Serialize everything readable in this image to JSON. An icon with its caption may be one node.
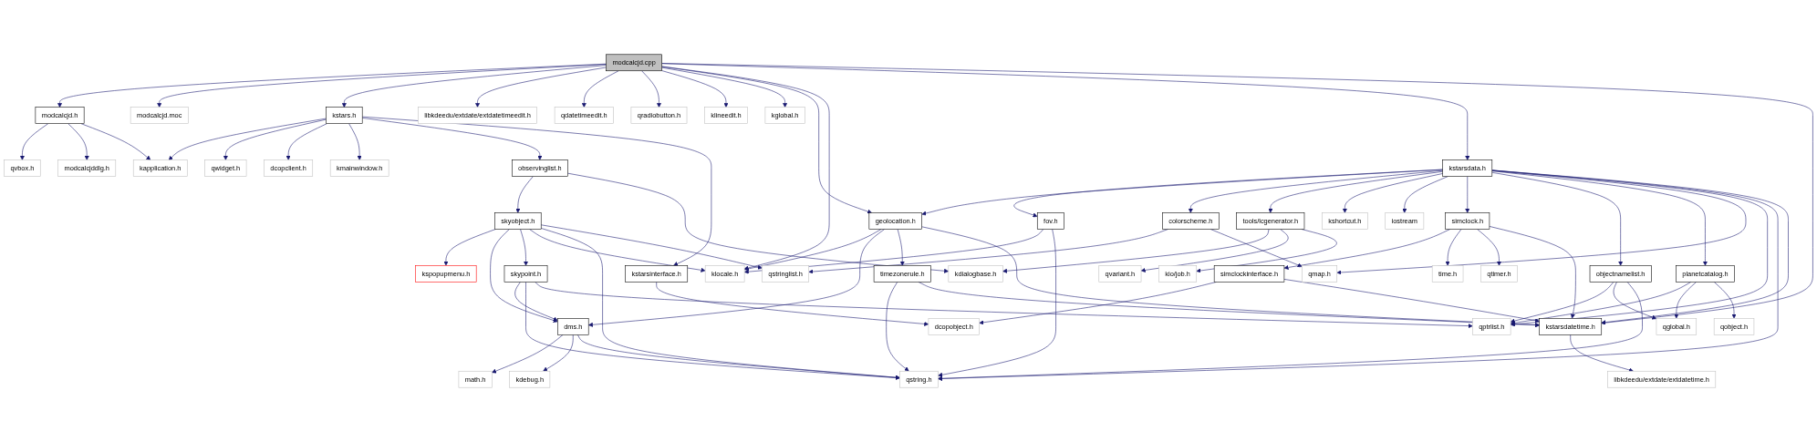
{
  "diagram": {
    "nodes": [
      {
        "text": [
          "modcalcjd.cpp"
        ]
      },
      {
        "text": [
          "modcalcjd.h"
        ]
      },
      {
        "text": [
          "modcalcjd.moc"
        ]
      },
      {
        "text": [
          "kstars.h"
        ]
      },
      {
        "text": [
          "libkdeedu/extdate/extdatetimeedit.h"
        ]
      },
      {
        "text": [
          "qdatetimeedit.h"
        ]
      },
      {
        "text": [
          "qradiobutton.h"
        ]
      },
      {
        "text": [
          "klineedit.h"
        ]
      },
      {
        "text": [
          "kglobal.h"
        ]
      },
      {
        "text": [
          "qvbox.h"
        ]
      },
      {
        "text": [
          "modcalcjddlg.h"
        ]
      },
      {
        "text": [
          "kapplication.h"
        ]
      },
      {
        "text": [
          "qwidget.h"
        ]
      },
      {
        "text": [
          "dcopclient.h"
        ]
      },
      {
        "text": [
          "kmainwindow.h"
        ]
      },
      {
        "text": [
          "observinglist.h"
        ]
      },
      {
        "text": [
          "kstarsdata.h"
        ]
      },
      {
        "text": [
          "skyobject.h"
        ]
      },
      {
        "text": [
          "fov.h"
        ]
      },
      {
        "text": [
          "geolocation.h"
        ]
      },
      {
        "text": [
          "kstarsinterface.h"
        ]
      },
      {
        "text": [
          "colorscheme.h"
        ]
      },
      {
        "text": [
          "tools/lcgenerator.h"
        ]
      },
      {
        "text": [
          "kshortcut.h"
        ]
      },
      {
        "text": [
          "iostream"
        ]
      },
      {
        "text": [
          "simclock.h"
        ]
      },
      {
        "text": [
          "kspopupmenu.h"
        ]
      },
      {
        "text": [
          "skypoint.h"
        ]
      },
      {
        "text": [
          "klocale.h"
        ]
      },
      {
        "text": [
          "qstringlist.h"
        ]
      },
      {
        "text": [
          "objectnamelist.h"
        ]
      },
      {
        "text": [
          "planetcatalog.h"
        ]
      },
      {
        "text": [
          "timezonerule.h"
        ]
      },
      {
        "text": [
          "qmap.h"
        ]
      },
      {
        "text": [
          "kdialogbase.h"
        ]
      },
      {
        "text": [
          "qvariant.h"
        ]
      },
      {
        "text": [
          "kio/job.h"
        ]
      },
      {
        "text": [
          "simclockinterface.h"
        ]
      },
      {
        "text": [
          "time.h"
        ]
      },
      {
        "text": [
          "qtimer.h"
        ]
      },
      {
        "text": [
          "dms.h"
        ]
      },
      {
        "text": [
          "qptrlist.h"
        ]
      },
      {
        "text": [
          "qglobal.h"
        ]
      },
      {
        "text": [
          "qobject.h"
        ]
      },
      {
        "text": [
          "dcopobject.h"
        ]
      },
      {
        "text": [
          "kstarsdatetime.h"
        ]
      },
      {
        "text": [
          "math.h"
        ]
      },
      {
        "text": [
          "kdebug.h"
        ]
      },
      {
        "text": [
          "qstring.h"
        ]
      },
      {
        "text": [
          "libkdeedu/extdate/extdatetime.h"
        ]
      }
    ],
    "edges": [
      {
        "from": 0,
        "to": 1,
        "arrow": "to"
      },
      {
        "from": 0,
        "to": 2,
        "arrow": "to"
      },
      {
        "from": 0,
        "to": 3,
        "arrow": "to"
      },
      {
        "from": 0,
        "to": 4,
        "arrow": "to"
      },
      {
        "from": 0,
        "to": 5,
        "arrow": "to"
      },
      {
        "from": 0,
        "to": 6,
        "arrow": "to"
      },
      {
        "from": 0,
        "to": 7,
        "arrow": "to"
      },
      {
        "from": 0,
        "to": 8,
        "arrow": "to"
      },
      {
        "from": 0,
        "to": 19,
        "arrow": "to"
      },
      {
        "from": 0,
        "to": 28,
        "arrow": "to"
      },
      {
        "from": 0,
        "to": 16,
        "arrow": "to"
      },
      {
        "from": 0,
        "to": 45,
        "arrow": "to"
      },
      {
        "from": 1,
        "to": 9,
        "arrow": "to"
      },
      {
        "from": 1,
        "to": 10,
        "arrow": "to"
      },
      {
        "from": 1,
        "to": 11,
        "arrow": "to"
      },
      {
        "from": 3,
        "to": 11,
        "arrow": "to"
      },
      {
        "from": 3,
        "to": 12,
        "arrow": "to"
      },
      {
        "from": 3,
        "to": 13,
        "arrow": "to"
      },
      {
        "from": 3,
        "to": 14,
        "arrow": "to"
      },
      {
        "from": 3,
        "to": 15,
        "arrow": "to"
      },
      {
        "from": 3,
        "to": 20,
        "arrow": "to"
      },
      {
        "from": 15,
        "to": 17,
        "arrow": "to"
      },
      {
        "from": 15,
        "to": 34,
        "arrow": "to"
      },
      {
        "from": 16,
        "to": 18,
        "arrow": "to"
      },
      {
        "from": 16,
        "to": 19,
        "arrow": "to"
      },
      {
        "from": 16,
        "to": 21,
        "arrow": "to"
      },
      {
        "from": 16,
        "to": 22,
        "arrow": "to"
      },
      {
        "from": 16,
        "to": 23,
        "arrow": "to"
      },
      {
        "from": 16,
        "to": 24,
        "arrow": "to"
      },
      {
        "from": 16,
        "to": 25,
        "arrow": "to"
      },
      {
        "from": 16,
        "to": 30,
        "arrow": "to"
      },
      {
        "from": 16,
        "to": 31,
        "arrow": "to"
      },
      {
        "from": 16,
        "to": 33,
        "arrow": "to"
      },
      {
        "from": 16,
        "to": 41,
        "arrow": "to"
      },
      {
        "from": 16,
        "to": 48,
        "arrow": "to"
      },
      {
        "from": 16,
        "to": 45,
        "arrow": "to"
      },
      {
        "from": 17,
        "to": 26,
        "arrow": "to"
      },
      {
        "from": 17,
        "to": 40,
        "arrow": "to"
      },
      {
        "from": 17,
        "to": 27,
        "arrow": "to"
      },
      {
        "from": 17,
        "to": 28,
        "arrow": "to"
      },
      {
        "from": 17,
        "to": 48,
        "arrow": "to"
      },
      {
        "from": 17,
        "to": 29,
        "arrow": "to"
      },
      {
        "from": 18,
        "to": 28,
        "arrow": "to"
      },
      {
        "from": 18,
        "to": 48,
        "arrow": "to"
      },
      {
        "from": 19,
        "to": 28,
        "arrow": "to"
      },
      {
        "from": 19,
        "to": 40,
        "arrow": "to"
      },
      {
        "from": 19,
        "to": 32,
        "arrow": "to"
      },
      {
        "from": 19,
        "to": 45,
        "arrow": "to"
      },
      {
        "from": 20,
        "to": 44,
        "arrow": "to"
      },
      {
        "from": 21,
        "to": 29,
        "arrow": "to"
      },
      {
        "from": 21,
        "to": 33,
        "arrow": "to"
      },
      {
        "from": 22,
        "to": 34,
        "arrow": "to"
      },
      {
        "from": 22,
        "to": 35,
        "arrow": "to"
      },
      {
        "from": 22,
        "to": 36,
        "arrow": "to"
      },
      {
        "from": 25,
        "to": 37,
        "arrow": "to"
      },
      {
        "from": 25,
        "to": 38,
        "arrow": "to"
      },
      {
        "from": 25,
        "to": 39,
        "arrow": "to"
      },
      {
        "from": 25,
        "to": 45,
        "arrow": "to"
      },
      {
        "from": 27,
        "to": 40,
        "arrow": "to"
      },
      {
        "from": 27,
        "to": 48,
        "arrow": "to"
      },
      {
        "from": 27,
        "to": 41,
        "arrow": "to"
      },
      {
        "from": 30,
        "to": 41,
        "arrow": "to"
      },
      {
        "from": 30,
        "to": 42,
        "arrow": "to"
      },
      {
        "from": 30,
        "to": 48,
        "arrow": "to"
      },
      {
        "from": 31,
        "to": 41,
        "arrow": "to"
      },
      {
        "from": 31,
        "to": 42,
        "arrow": "to"
      },
      {
        "from": 31,
        "to": 43,
        "arrow": "to"
      },
      {
        "from": 32,
        "to": 48,
        "arrow": "to"
      },
      {
        "from": 32,
        "to": 45,
        "arrow": "to"
      },
      {
        "from": 37,
        "to": 44,
        "arrow": "to"
      },
      {
        "from": 37,
        "to": 45,
        "arrow": "to"
      },
      {
        "from": 40,
        "to": 46,
        "arrow": "to"
      },
      {
        "from": 40,
        "to": 47,
        "arrow": "to"
      },
      {
        "from": 40,
        "to": 48,
        "arrow": "to"
      },
      {
        "from": 45,
        "to": 49,
        "arrow": "to"
      }
    ]
  }
}
